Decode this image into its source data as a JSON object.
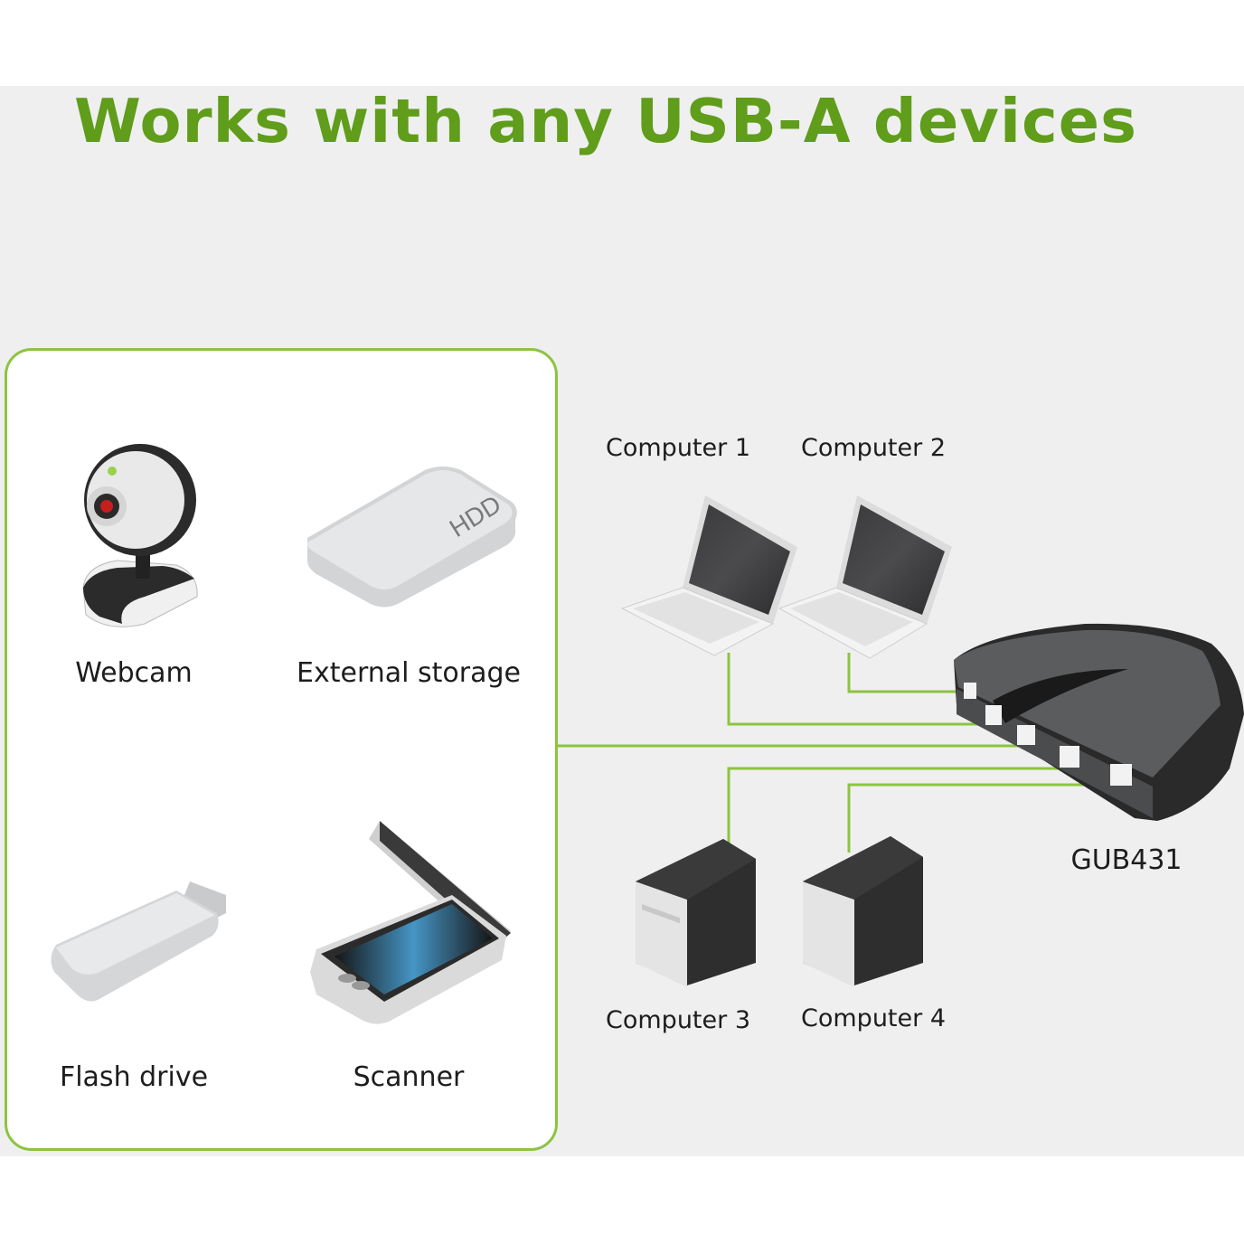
{
  "title": "Works with any USB-A devices",
  "devices": [
    {
      "label": "Webcam",
      "icon": "webcam-icon"
    },
    {
      "label": "External storage",
      "icon": "hdd-icon",
      "badge": "HDD"
    },
    {
      "label": "Flash drive",
      "icon": "flash-drive-icon"
    },
    {
      "label": "Scanner",
      "icon": "scanner-icon"
    }
  ],
  "computers": [
    {
      "label": "Computer 1",
      "icon": "laptop-icon"
    },
    {
      "label": "Computer 2",
      "icon": "laptop-icon"
    },
    {
      "label": "Computer 3",
      "icon": "desktop-tower-icon"
    },
    {
      "label": "Computer 4",
      "icon": "desktop-tower-icon"
    }
  ],
  "switch": {
    "label": "GUB431",
    "icon": "usb-switch-icon"
  },
  "colors": {
    "accent": "#5f9d1a",
    "line": "#8cc43f",
    "device_dark": "#5a5c5e"
  }
}
